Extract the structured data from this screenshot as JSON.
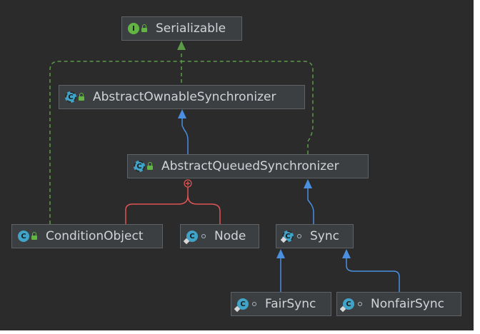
{
  "diagram": {
    "nodes": {
      "serializable": {
        "label": "Serializable",
        "icon": "interface-icon",
        "icon_letter": "I",
        "visibility": "public"
      },
      "abstract_ownable_synchronizer": {
        "label": "AbstractOwnableSynchronizer",
        "icon": "abstract-class-icon",
        "icon_letter": "C",
        "visibility": "public"
      },
      "abstract_queued_synchronizer": {
        "label": "AbstractQueuedSynchronizer",
        "icon": "abstract-class-icon",
        "icon_letter": "C",
        "visibility": "public"
      },
      "condition_object": {
        "label": "ConditionObject",
        "icon": "class-icon",
        "icon_letter": "C",
        "visibility": "public"
      },
      "node": {
        "label": "Node",
        "icon": "inner-class-icon",
        "icon_letter": "C",
        "visibility": "package"
      },
      "sync": {
        "label": "Sync",
        "icon": "inner-abstract-class-icon",
        "icon_letter": "C",
        "visibility": "package"
      },
      "fair_sync": {
        "label": "FairSync",
        "icon": "inner-class-icon",
        "icon_letter": "C",
        "visibility": "package"
      },
      "nonfair_sync": {
        "label": "NonfairSync",
        "icon": "inner-class-icon",
        "icon_letter": "C",
        "visibility": "package"
      }
    },
    "edges": [
      {
        "from": "AbstractOwnableSynchronizer",
        "to": "Serializable",
        "kind": "implements",
        "color": "#5b9a48"
      },
      {
        "from": "AbstractQueuedSynchronizer",
        "to": "Serializable",
        "kind": "implements",
        "color": "#5b9a48"
      },
      {
        "from": "ConditionObject",
        "to": "Serializable",
        "kind": "implements",
        "color": "#5b9a48"
      },
      {
        "from": "AbstractQueuedSynchronizer",
        "to": "AbstractOwnableSynchronizer",
        "kind": "extends",
        "color": "#4a8fe0"
      },
      {
        "from": "ConditionObject",
        "to": "AbstractQueuedSynchronizer",
        "kind": "inner",
        "color": "#e05555"
      },
      {
        "from": "Node",
        "to": "AbstractQueuedSynchronizer",
        "kind": "inner",
        "color": "#e05555"
      },
      {
        "from": "Sync",
        "to": "AbstractQueuedSynchronizer",
        "kind": "extends",
        "color": "#4a8fe0"
      },
      {
        "from": "FairSync",
        "to": "Sync",
        "kind": "extends",
        "color": "#4a8fe0"
      },
      {
        "from": "NonfairSync",
        "to": "Sync",
        "kind": "extends",
        "color": "#4a8fe0"
      }
    ]
  },
  "colors": {
    "background": "#2b2b2b",
    "node_fill": "#3c3f41",
    "node_border": "#5e6266",
    "text": "#d0d4d8",
    "implements": "#5b9a48",
    "extends": "#4a8fe0",
    "inner": "#e05555"
  }
}
